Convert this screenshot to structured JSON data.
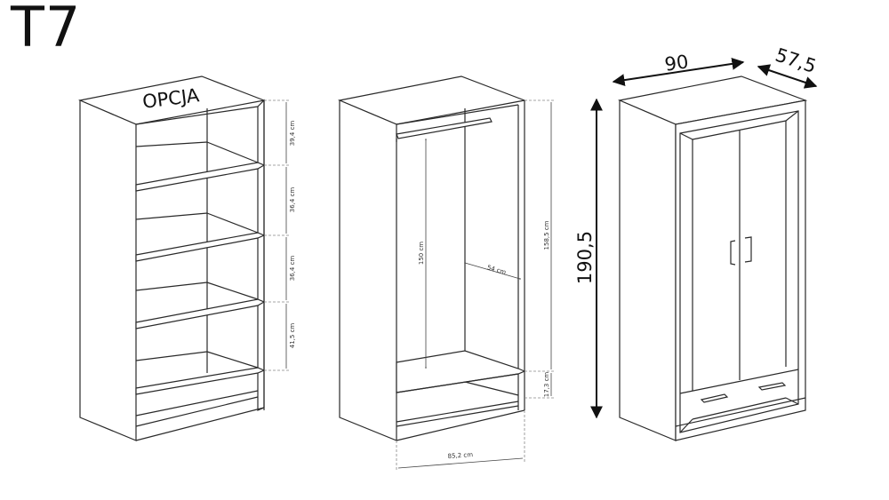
{
  "model": "T7",
  "option_label": "OPCJA",
  "shelf_view": {
    "dims": [
      "39,4 cm",
      "36,4 cm",
      "36,4 cm",
      "41,5 cm"
    ]
  },
  "interior_view": {
    "rail_height": "150 cm",
    "total_height": "158,5 cm",
    "depth": "54 cm",
    "drawer_height": "17,3 cm",
    "width": "85,2 cm"
  },
  "exterior_view": {
    "width": "90",
    "depth": "57,5",
    "height": "190,5"
  }
}
